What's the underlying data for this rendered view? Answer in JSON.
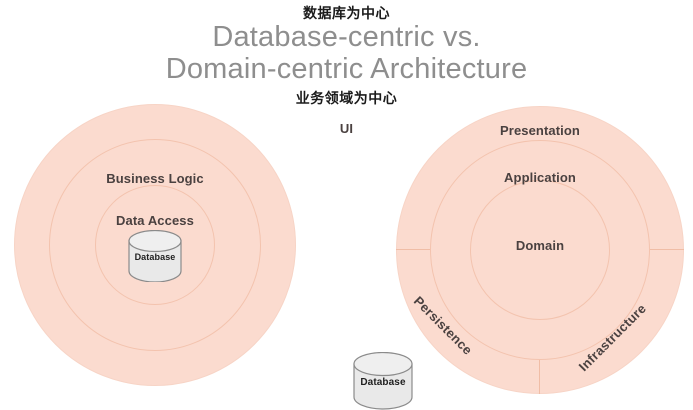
{
  "title": {
    "zh_top": "数据库为中心",
    "en_line1": "Database-centric vs.",
    "en_line2": "Domain-centric Architecture",
    "zh_bottom": "业务领域为中心"
  },
  "colors": {
    "ring_fill": "#fbdbcf",
    "ring_stroke": "#f3c3ae",
    "label_text": "#4a4140",
    "title_en_text": "#8e8e8e",
    "title_zh_text": "#1b1b1b",
    "db_fill": "#e8e8e8",
    "db_stroke": "#8b8b8b"
  },
  "left_diagram": {
    "name": "database-centric",
    "rings": [
      {
        "label": "UI"
      },
      {
        "label": "Business Logic"
      },
      {
        "label": "Data Access"
      }
    ],
    "database": {
      "label": "Database"
    }
  },
  "right_diagram": {
    "name": "domain-centric",
    "rings": [
      {
        "label": "Presentation"
      },
      {
        "label": "Application"
      },
      {
        "label": "Domain"
      }
    ],
    "outer_segments": [
      {
        "label": "Persistence"
      },
      {
        "label": "Infrastructure"
      }
    ],
    "database": {
      "label": "Database"
    }
  }
}
